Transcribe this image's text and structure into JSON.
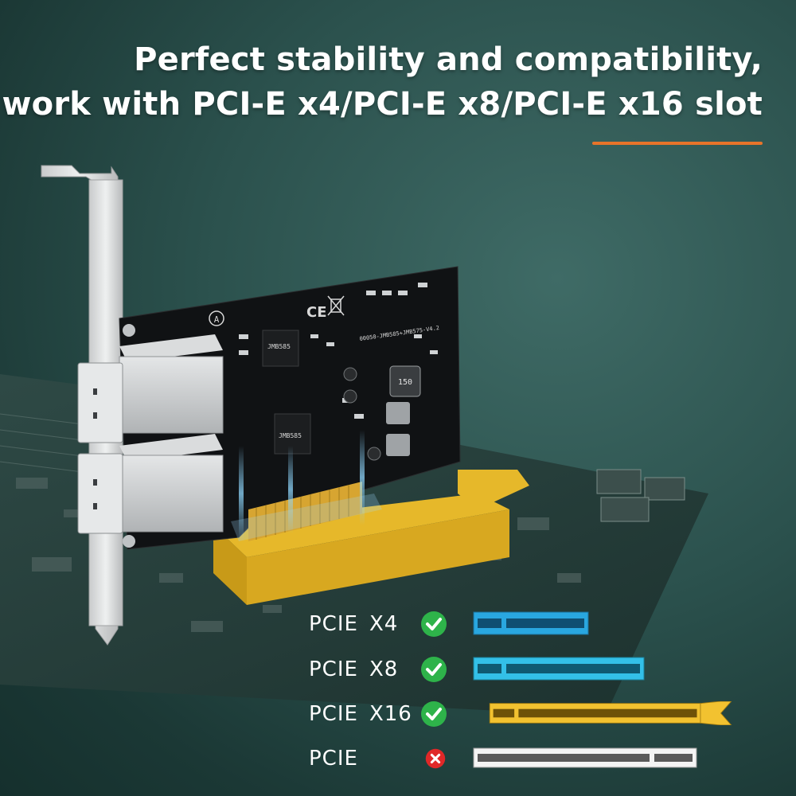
{
  "headline": {
    "line1": "Perfect stability and compatibility,",
    "line2": "work with PCI-E x4/PCI-E x8/PCI-E x16 slot"
  },
  "colors": {
    "accent_rule": "#e8742a",
    "check_green": "#2eb34a",
    "cross_red": "#e02828",
    "slot_x4": "#29a7e0",
    "slot_x8": "#33c0e8",
    "slot_x16": "#f2c230",
    "slot_generic": "#f4f4f4"
  },
  "card": {
    "chip_label_1": "JMB585",
    "chip_label_2": "JMB585",
    "board_code": "00050-JMB585+JMB575-V4.2",
    "inductor_label": "150",
    "marks": [
      "A",
      "CE"
    ]
  },
  "compatibility": [
    {
      "label": "PCIE",
      "lane": "X4",
      "supported": true,
      "status_icon": "check-icon"
    },
    {
      "label": "PCIE",
      "lane": "X8",
      "supported": true,
      "status_icon": "check-icon"
    },
    {
      "label": "PCIE",
      "lane": "X16",
      "supported": true,
      "status_icon": "check-icon"
    },
    {
      "label": "PCIE",
      "lane": "",
      "supported": false,
      "status_icon": "cross-icon"
    }
  ]
}
